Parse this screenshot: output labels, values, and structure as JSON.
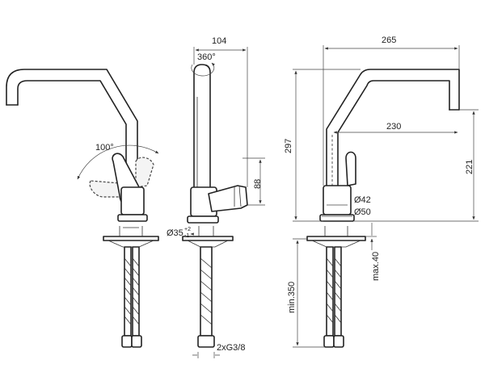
{
  "dimensions": {
    "width_104": "104",
    "rotation_360": "360°",
    "lever_angle_100": "100°",
    "lever_height_88": "88",
    "base_diameter": "Ø35",
    "base_tolerance_plus": "+2",
    "base_tolerance_minus": "-1",
    "hoses": "2xG3/8",
    "width_265": "265",
    "reach_230": "230",
    "height_297": "297",
    "spout_height_221": "221",
    "body_diameter_42": "Ø42",
    "body_diameter_50": "Ø50",
    "hose_length_350": "min.350",
    "deck_thickness_40": "max.40"
  },
  "colors": {
    "line": "#222222",
    "dimension": "#444444",
    "background": "#ffffff"
  }
}
